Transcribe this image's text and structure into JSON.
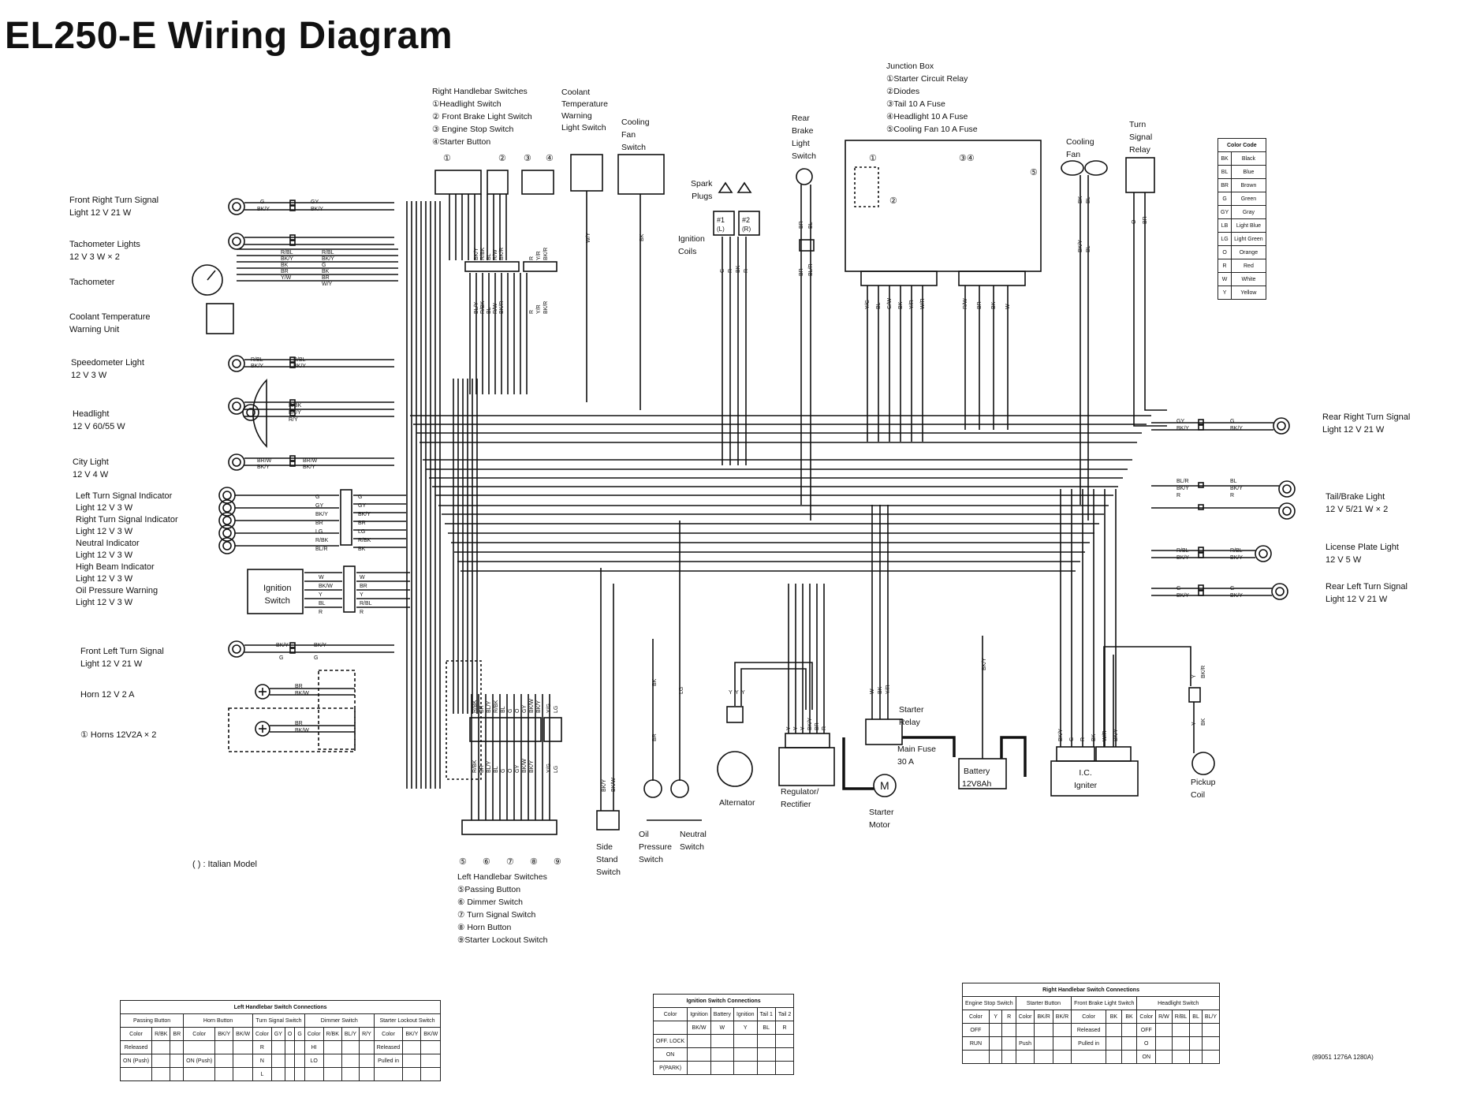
{
  "title": "EL250-E Wiring Diagram",
  "left_components": [
    {
      "id": "front_right_turn",
      "lines": [
        "Front Right Turn Signal",
        "Light 12 V 21 W"
      ],
      "wires": [
        "G",
        "BK/Y"
      ],
      "wires_r": [
        "GY",
        "BK/Y"
      ]
    },
    {
      "id": "tacho_lights",
      "lines": [
        "Tachometer Lights",
        "12 V 3 W × 2"
      ]
    },
    {
      "id": "tachometer",
      "lines": [
        "Tachometer"
      ],
      "wires": [
        "R/BL",
        "BK/Y",
        "BK",
        "BR",
        "Y/W"
      ],
      "wires_r": [
        "R/BL",
        "BK/Y",
        "G",
        "BK",
        "BR",
        "W/Y"
      ]
    },
    {
      "id": "coolant_unit",
      "lines": [
        "Coolant Temperature",
        "Warning Unit"
      ]
    },
    {
      "id": "speedo_light",
      "lines": [
        "Speedometer Light",
        "12 V 3 W"
      ],
      "wires": [
        "R/BL",
        "BK/Y"
      ],
      "wires_r": [
        "R/BL",
        "BK/Y"
      ]
    },
    {
      "id": "headlight",
      "lines": [
        "Headlight",
        "12 V 60/55 W"
      ],
      "wires_r": [
        "R/BK",
        "BK/Y",
        "R/Y"
      ]
    },
    {
      "id": "city_light",
      "lines": [
        "City Light",
        "12 V 4 W"
      ],
      "wires": [
        "BR/W",
        "BK/Y"
      ],
      "wires_r": [
        "BR/W",
        "BK/Y"
      ]
    },
    {
      "id": "indicators",
      "lines": [
        "Left Turn Signal Indicator",
        "Light 12 V 3 W",
        "Right Turn Signal Indicator",
        "Light 12 V 3 W",
        "Neutral Indicator",
        "Light 12 V 3 W",
        "High Beam Indicator",
        "Light 12 V 3 W",
        "Oil Pressure Warning",
        "Light 12 V 3 W"
      ],
      "wires": [
        "G",
        "GY",
        "BK/Y",
        "BR",
        "LG",
        "R/BK",
        "BL/R"
      ],
      "wires_r": [
        "G",
        "GY",
        "BK/Y",
        "BR",
        "LG",
        "R/BK",
        "BK"
      ]
    },
    {
      "id": "ignition_switch",
      "lines": [
        "Ignition",
        "Switch"
      ],
      "wires": [
        "W",
        "BK/W",
        "Y",
        "BL",
        "R"
      ],
      "wires_r": [
        "W",
        "BR",
        "Y",
        "R/BL",
        "R"
      ]
    },
    {
      "id": "front_left_turn",
      "lines": [
        "Front Left Turn Signal",
        "Light 12 V 21 W"
      ],
      "wires": [
        "BK/Y",
        "G"
      ],
      "wires_r": [
        "BK/Y",
        "G"
      ]
    },
    {
      "id": "horn",
      "lines": [
        "Horn 12 V 2 A"
      ],
      "wires": [
        "BR",
        "BK/W"
      ]
    },
    {
      "id": "horns",
      "lines": [
        "① Horns 12V2A × 2"
      ],
      "wires": [
        "BR",
        "BK/W"
      ]
    }
  ],
  "italian_model": "( ) : Italian Model",
  "right_handlebar": {
    "heading": "Right Handlebar Switches",
    "items": [
      "①Headlight Switch",
      "② Front Brake Light Switch",
      "③ Engine Stop Switch",
      "④Starter Button"
    ],
    "nums": [
      "①",
      "②",
      "③",
      "④"
    ],
    "wires_top": [
      "BK/Y",
      "R/BK",
      "BL",
      "R/W",
      "BK/R"
    ],
    "wires_top2": [
      "R",
      "Y/R",
      "BK/R"
    ],
    "wires_bottom": [
      "BL/Y",
      "R/BK",
      "BL",
      "R/W",
      "BK/R"
    ],
    "wires_bottom2": [
      "R",
      "Y/R",
      "BK/R"
    ]
  },
  "coolant_switch": {
    "lines": [
      "Coolant",
      "Temperature",
      "Warning",
      "Light Switch"
    ],
    "wire": "W/Y"
  },
  "cooling_fan_switch": {
    "lines": [
      "Cooling",
      "Fan",
      "Switch"
    ],
    "wire": "BK"
  },
  "spark_plugs": {
    "lines": [
      "Spark",
      "Plugs"
    ],
    "coil_labels": [
      "#1",
      "(L)",
      "#2",
      "(R)"
    ]
  },
  "ignition_coils": {
    "lines": [
      "Ignition",
      "Coils"
    ],
    "wires": [
      "G",
      "R",
      "BK",
      "R"
    ]
  },
  "rear_brake_switch": {
    "lines": [
      "Rear",
      "Brake",
      "Light",
      "Switch"
    ],
    "wires": [
      "BR",
      "BL"
    ],
    "wires_b": [
      "BR",
      "BL/R"
    ]
  },
  "junction_box": {
    "heading": "Junction Box",
    "items": [
      "①Starter Circuit Relay",
      "②Diodes",
      "③Tail 10 A Fuse",
      "④Headlight 10 A Fuse",
      "⑤Cooling Fan 10 A Fuse"
    ],
    "nums": [
      "①",
      "②",
      "③④",
      "⑤"
    ],
    "wires_l": [
      "Y/G",
      "BL",
      "G/W",
      "BK",
      "Y/R",
      "W/R"
    ],
    "wires_r": [
      "R/W",
      "BR",
      "BK",
      "W"
    ]
  },
  "cooling_fan": {
    "lines": [
      "Cooling",
      "Fan"
    ],
    "wires": [
      "BK",
      "BL"
    ],
    "wires_b": [
      "BK/Y",
      "BL"
    ]
  },
  "turn_signal_relay": {
    "lines": [
      "Turn",
      "Signal",
      "Relay"
    ],
    "wires": [
      "O",
      "BR"
    ]
  },
  "color_code": {
    "heading": "Color Code",
    "rows": [
      [
        "BK",
        "Black"
      ],
      [
        "BL",
        "Blue"
      ],
      [
        "BR",
        "Brown"
      ],
      [
        "G",
        "Green"
      ],
      [
        "GY",
        "Gray"
      ],
      [
        "LB",
        "Light Blue"
      ],
      [
        "LG",
        "Light Green"
      ],
      [
        "O",
        "Orange"
      ],
      [
        "R",
        "Red"
      ],
      [
        "W",
        "White"
      ],
      [
        "Y",
        "Yellow"
      ]
    ]
  },
  "right_components": [
    {
      "id": "rear_right_turn",
      "lines": [
        "Rear Right Turn Signal",
        "Light 12 V 21 W"
      ],
      "wires_l": [
        "GY",
        "BK/Y"
      ],
      "wires_r": [
        "G",
        "BK/Y"
      ]
    },
    {
      "id": "tail_brake",
      "lines": [
        "Tail/Brake Light",
        "12 V 5/21 W × 2"
      ],
      "wires_l": [
        "BL/R",
        "BK/Y",
        "R"
      ],
      "wires_r": [
        "BL",
        "BK/Y",
        "R"
      ]
    },
    {
      "id": "license",
      "lines": [
        "License Plate Light",
        "12 V 5 W"
      ],
      "wires_l": [
        "R/BL",
        "BK/Y"
      ],
      "wires_r": [
        "R/BL",
        "BK/Y"
      ]
    },
    {
      "id": "rear_left_turn",
      "lines": [
        "Rear Left Turn Signal",
        "Light 12 V 21 W"
      ],
      "wires_l": [
        "G",
        "BK/Y"
      ],
      "wires_r": [
        "G",
        "BK/Y"
      ]
    }
  ],
  "bottom_components": {
    "left_handlebar": {
      "heading": "Left Handlebar Switches",
      "items": [
        "⑤Passing Button",
        "⑥ Dimmer Switch",
        "⑦ Turn Signal Switch",
        "⑧ Horn Button",
        "⑨Starter Lockout Switch"
      ],
      "nums": [
        "⑤",
        "⑥",
        "⑦",
        "⑧",
        "⑨"
      ],
      "wires_top": [
        "R/BK",
        "BR",
        "BL/Y",
        "R/BK",
        "BL",
        "G",
        "O",
        "GY",
        "BK/W",
        "BK/Y"
      ],
      "wires_top2": [
        "Y/G",
        "LG"
      ],
      "wires_bottom": [
        "R/BK",
        "BR",
        "BL/Y",
        "BL",
        "G",
        "O",
        "GY",
        "BK/W",
        "BK/Y"
      ],
      "wires_bottom2": [
        "Y/G",
        "LG"
      ]
    },
    "side_stand": {
      "lines": [
        "Side",
        "Stand",
        "Switch"
      ],
      "wires": [
        "BK/Y",
        "BK/W"
      ]
    },
    "oil_pressure": {
      "lines": [
        "Oil",
        "Pressure",
        "Switch"
      ],
      "wire": "BK",
      "wire2": "BR"
    },
    "neutral": {
      "lines": [
        "Neutral",
        "Switch"
      ],
      "wire": "LG"
    },
    "alternator": {
      "lines": [
        "Alternator"
      ],
      "wires": [
        "Y",
        "Y",
        "Y"
      ]
    },
    "regulator": {
      "lines": [
        "Regulator/",
        "Rectifier"
      ],
      "wires": [
        "Y",
        "Y",
        "Y",
        "BK/Y",
        "BR",
        "R"
      ]
    },
    "starter_relay": {
      "lines": [
        "Starter",
        "Relay"
      ],
      "wires": [
        "W",
        "BK",
        "Y/R"
      ]
    },
    "main_fuse": {
      "lines": [
        "Main Fuse",
        "30 A"
      ]
    },
    "starter_motor": {
      "lines": [
        "Starter",
        "Motor"
      ],
      "symbol": "M"
    },
    "battery": {
      "lines": [
        "Battery",
        "12V8Ah"
      ],
      "wire": "BK/Y"
    },
    "igniter": {
      "lines": [
        "I.C.",
        "Igniter"
      ],
      "wires": [
        "BK/Y",
        "G",
        "R",
        "BK",
        "W/R",
        "BK/Y"
      ]
    },
    "pickup_coil": {
      "lines": [
        "Pickup",
        "Coil"
      ],
      "wires": [
        "Y",
        "BK/R"
      ],
      "wires_b": [
        "Y",
        "BK"
      ]
    }
  },
  "tables": {
    "left_handlebar": {
      "caption": "Left Handlebar Switch Connections",
      "groups": [
        "Passing Button",
        "Horn Button",
        "Turn Signal Switch",
        "Dimmer Switch",
        "Starter Lockout Switch"
      ],
      "headers": [
        "Color",
        "R/BK",
        "BR",
        "Color",
        "BK/Y",
        "BK/W",
        "Color",
        "GY",
        "O",
        "G",
        "Color",
        "R/BK",
        "BL/Y",
        "R/Y",
        "Color",
        "BK/Y",
        "BK/W"
      ],
      "rows": [
        [
          "Released",
          "",
          "",
          "",
          "",
          "",
          "R",
          "",
          "",
          "",
          "HI",
          "",
          "",
          "",
          "Released",
          "",
          ""
        ],
        [
          "ON (Push)",
          "",
          "",
          "ON (Push)",
          "",
          "",
          "N",
          "",
          "",
          "",
          "LO",
          "",
          "",
          "",
          "Pulled in",
          "",
          ""
        ],
        [
          "",
          "",
          "",
          "",
          "",
          "",
          "L",
          "",
          "",
          "",
          "",
          "",
          "",
          "",
          "",
          "",
          ""
        ]
      ]
    },
    "ignition": {
      "caption": "Ignition Switch Connections",
      "headers": [
        "Color",
        "Ignition",
        "Battery",
        "Ignition",
        "Tail 1",
        "Tail 2"
      ],
      "sub": [
        "",
        "BK/W",
        "W",
        "Y",
        "BL",
        "R"
      ],
      "rows": [
        [
          "OFF. LOCK",
          "",
          "",
          "",
          "",
          ""
        ],
        [
          "ON",
          "",
          "",
          "",
          "",
          ""
        ],
        [
          "P(PARK)",
          "",
          "",
          "",
          "",
          ""
        ]
      ]
    },
    "right_handlebar": {
      "caption": "Right Handlebar Switch Connections",
      "groups": [
        "Engine Stop Switch",
        "Starter Button",
        "Front Brake Light Switch",
        "Headlight Switch"
      ],
      "headers": [
        "Color",
        "Y",
        "R",
        "Color",
        "BK/R",
        "BK/R",
        "Color",
        "BK",
        "BK",
        "Color",
        "R/W",
        "R/BL",
        "BL",
        "BL/Y"
      ],
      "rows": [
        [
          "OFF",
          "",
          "",
          "",
          "",
          "",
          "Released",
          "",
          "",
          "OFF",
          "",
          "",
          "",
          ""
        ],
        [
          "RUN",
          "",
          "",
          "Push",
          "",
          "",
          "Pulled in",
          "",
          "",
          "O",
          "",
          "",
          "",
          ""
        ],
        [
          "",
          "",
          "",
          "",
          "",
          "",
          "",
          "",
          "",
          "ON",
          "",
          "",
          "",
          ""
        ]
      ]
    },
    "ref": "(89051 1276A 1280A)"
  }
}
